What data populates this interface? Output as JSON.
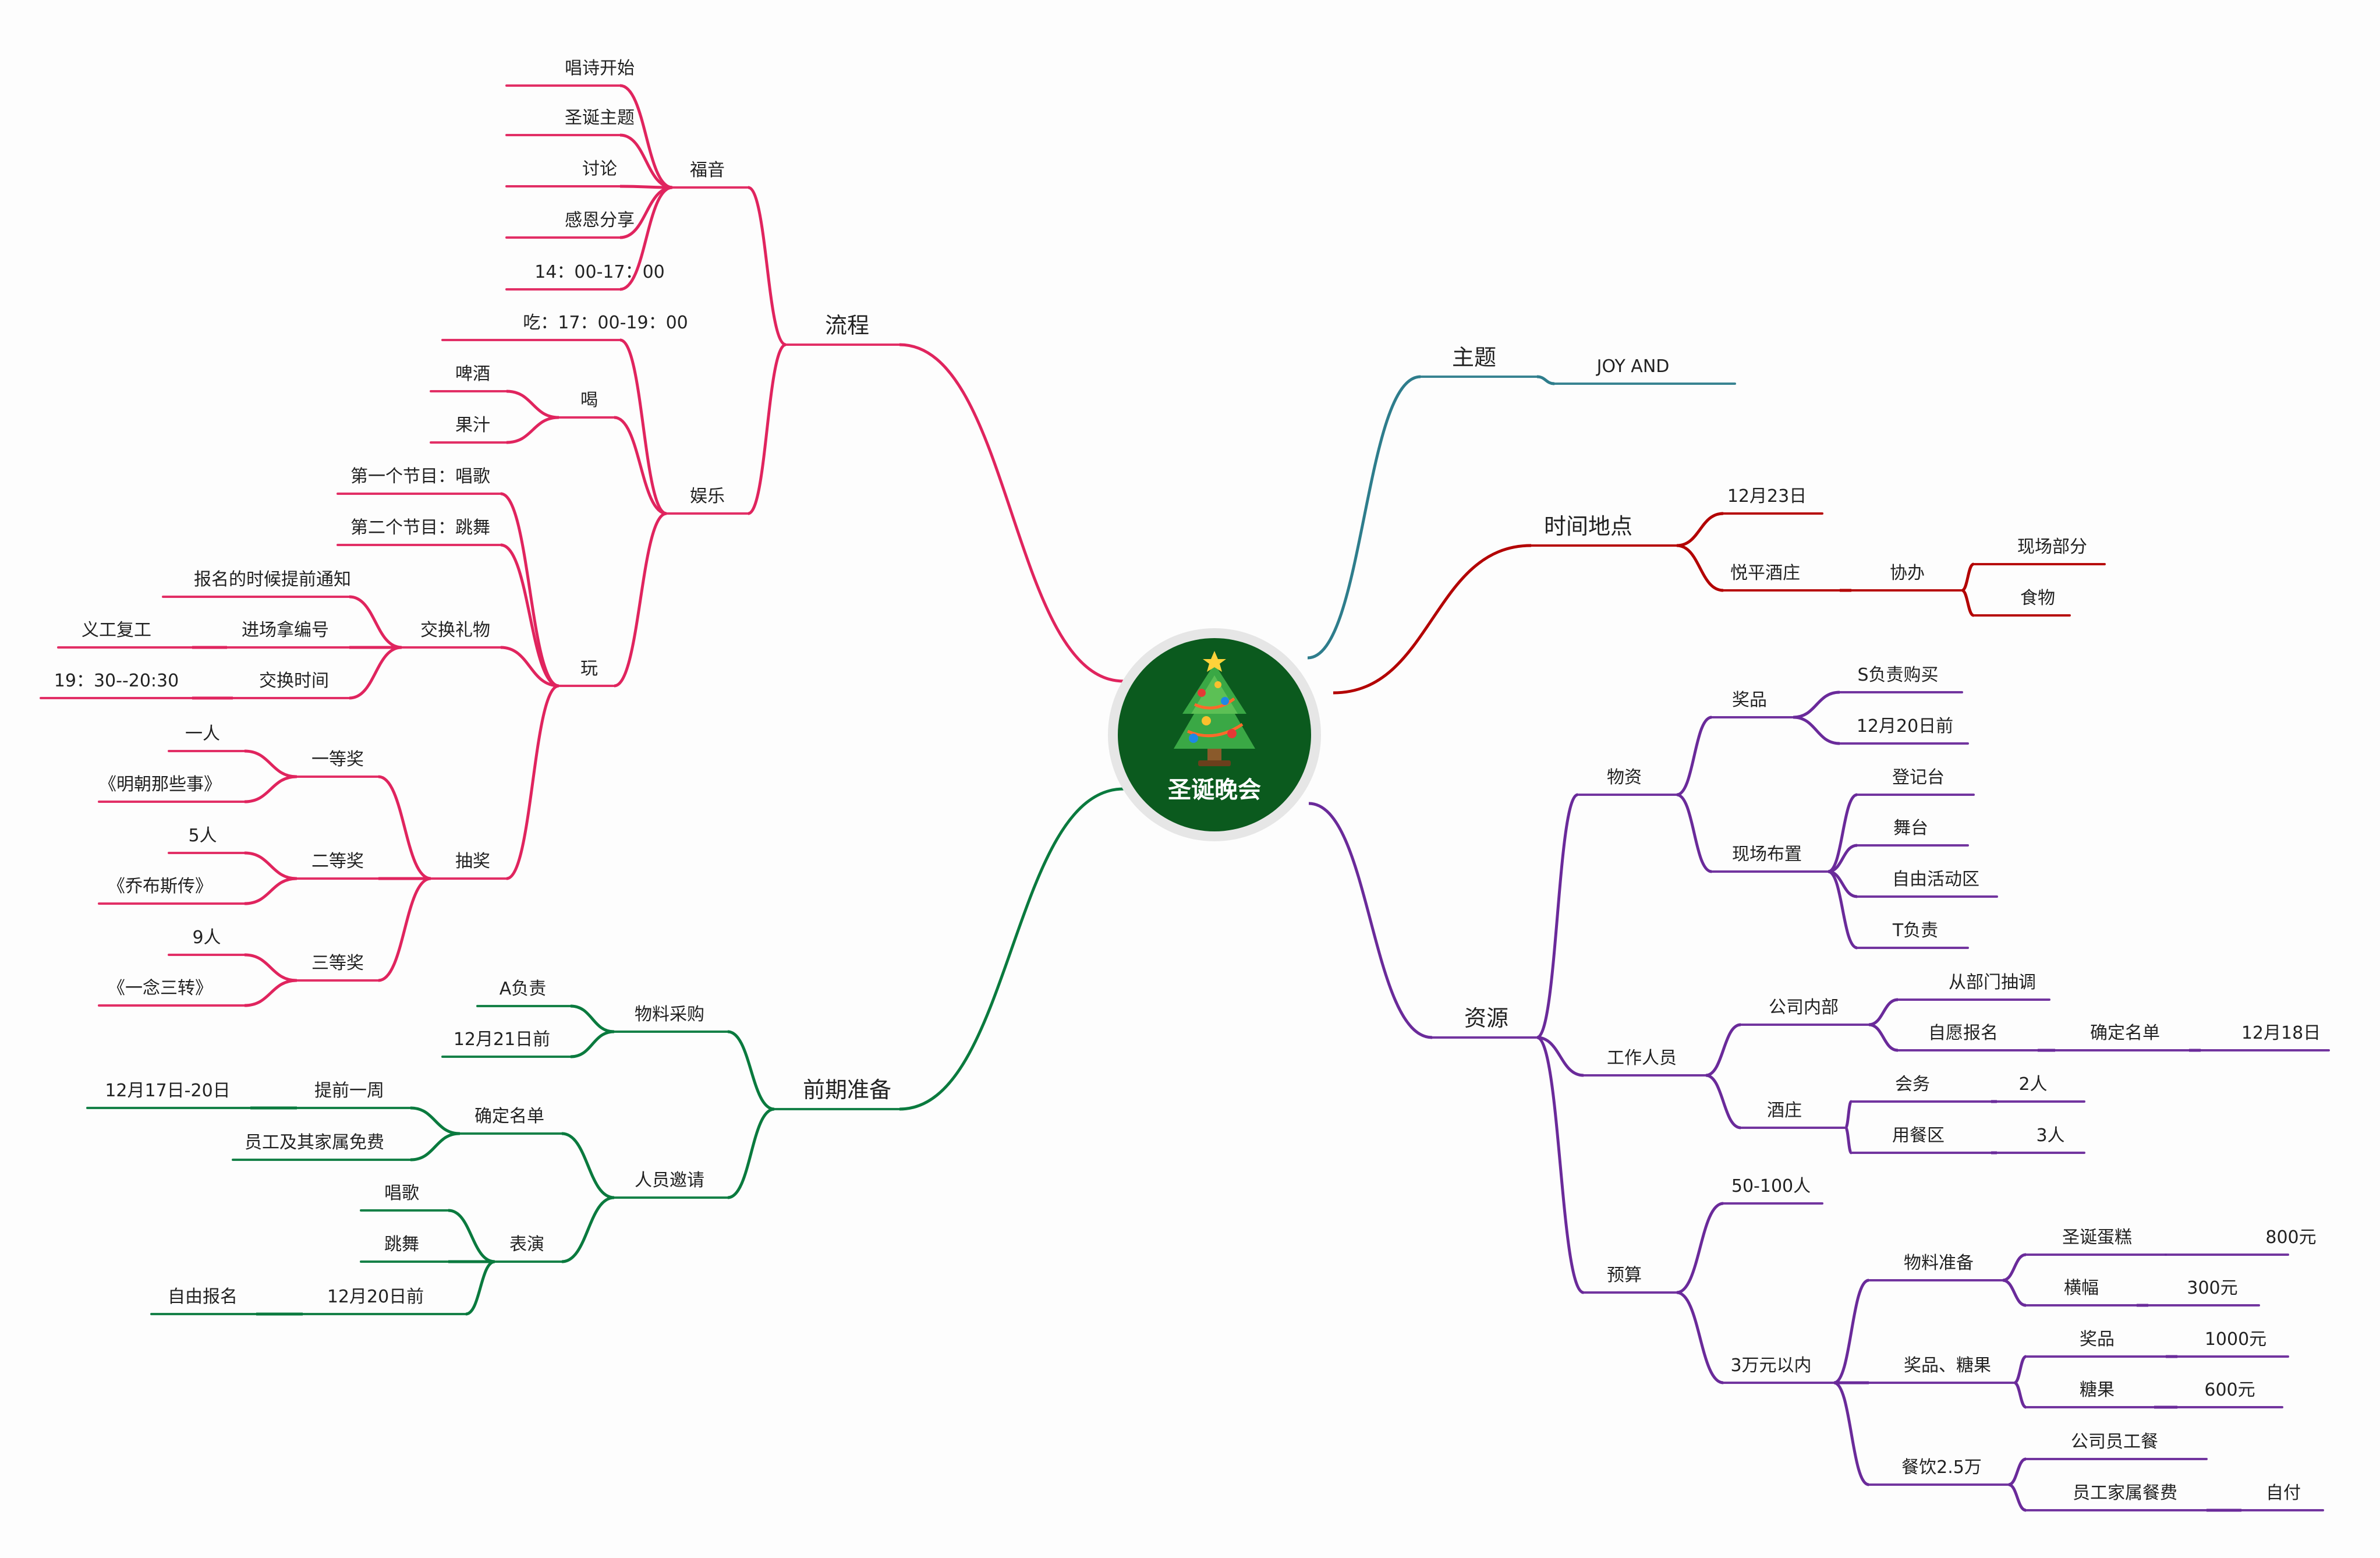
{
  "colors": {
    "pink": "#e0245e",
    "teal": "#2e7d8c",
    "red": "#b30000",
    "purple": "#6a2a9a",
    "green": "#0a7a3e",
    "root_fill": "#0b5a1e",
    "root_ring": "#dddddd"
  },
  "root": {
    "title": "圣诞晚会",
    "icon": "christmas-tree-icon"
  },
  "branches": {
    "liucheng": {
      "label": "流程",
      "fuyin": {
        "label": "福音",
        "items": [
          "唱诗开始",
          "圣诞主题",
          "讨论",
          "感恩分享",
          "14：00-17：00"
        ]
      },
      "yule": {
        "label": "娱乐",
        "chi": "吃：17：00-19：00",
        "he": {
          "label": "喝",
          "items": [
            "啤酒",
            "果汁"
          ]
        },
        "wan": {
          "label": "玩",
          "jiemu1": "第一个节目：唱歌",
          "jiemu2": "第二个节目：跳舞",
          "jiaohuan": {
            "label": "交换礼物",
            "tongzhi": "报名的时候提前通知",
            "bianhao": "进场拿编号",
            "bianhao_child": "义工复工",
            "shijian": "交换时间",
            "shijian_child": "19：30--20:30"
          }
        },
        "choujiang": {
          "label": "抽奖",
          "yideng": {
            "label": "一等奖",
            "items": [
              "一人",
              "《明朝那些事》"
            ]
          },
          "erdeng": {
            "label": "二等奖",
            "items": [
              "5人",
              "《乔布斯传》"
            ]
          },
          "sandeng": {
            "label": "三等奖",
            "items": [
              "9人",
              "《一念三转》"
            ]
          }
        }
      }
    },
    "qianqi": {
      "label": "前期准备",
      "wuliao": {
        "label": "物料采购",
        "items": [
          "A负责",
          "12月21日前"
        ]
      },
      "renyuan": {
        "label": "人员邀请",
        "mingdan": {
          "label": "确定名单",
          "tiqian": "提前一周",
          "tiqian_child": "12月17日-20日",
          "mianfei": "员工及其家属免费"
        },
        "biaoyan": {
          "label": "表演",
          "changge": "唱歌",
          "tiaowu": "跳舞",
          "qian": "12月20日前",
          "qian_child": "自由报名"
        }
      }
    },
    "zhuti": {
      "label": "主题",
      "value": "JOY AND"
    },
    "shijian": {
      "label": "时间地点",
      "riqi": "12月23日",
      "jiudian": "悦平酒庄",
      "xieban": {
        "label": "协办",
        "items": [
          "现场部分",
          "食物"
        ]
      }
    },
    "ziyuan": {
      "label": "资源",
      "wuzi": {
        "label": "物资",
        "jiangpin": {
          "label": "奖品",
          "items": [
            "S负责购买",
            "12月20日前"
          ]
        },
        "xianchang": {
          "label": "现场布置",
          "items": [
            "登记台",
            "舞台",
            "自由活动区",
            "T负责"
          ]
        }
      },
      "gongzuo": {
        "label": "工作人员",
        "neibu": {
          "label": "公司内部",
          "choudiao": "从部门抽调",
          "ziyuan": "自愿报名",
          "mingdan": "确定名单",
          "mingdan_date": "12月18日"
        },
        "jiuzhuang": {
          "label": "酒庄",
          "huiwu": "会务",
          "huiwu_n": "2人",
          "canyin": "用餐区",
          "canyin_n": "3人"
        }
      },
      "yusuan": {
        "label": "预算",
        "renshu": "50-100人",
        "sanwan": {
          "label": "3万元以内",
          "wuliao": {
            "label": "物料准备",
            "dangao": "圣诞蛋糕",
            "dangao_v": "800元",
            "hengfu": "横幅",
            "hengfu_v": "300元"
          },
          "jiangpin": {
            "label": "奖品、糖果",
            "jp": "奖品",
            "jp_v": "1000元",
            "tg": "糖果",
            "tg_v": "600元"
          },
          "canyin": {
            "label": "餐饮2.5万",
            "gongcan": "公司员工餐",
            "jiashu": "员工家属餐费",
            "zifu": "自付"
          }
        }
      }
    }
  }
}
